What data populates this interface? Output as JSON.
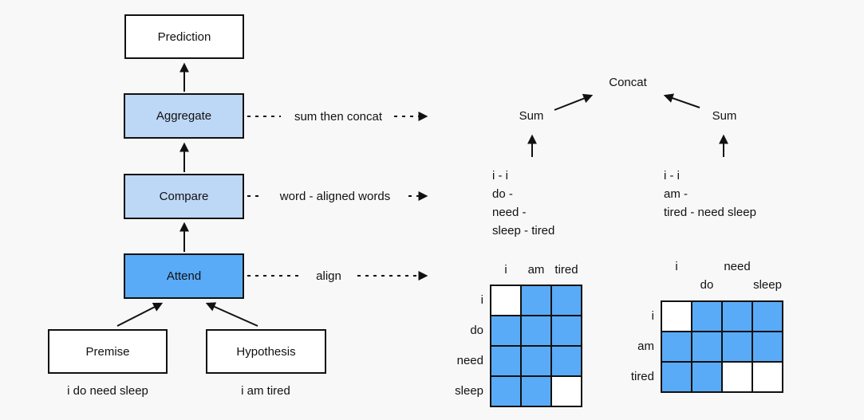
{
  "palette": {
    "background": "#f8f8f8",
    "box_white": "#ffffff",
    "box_light_blue": "#bdd7f6",
    "box_blue": "#5aabf7",
    "line": "#111111",
    "cell_aligned": "#5aabf7",
    "cell_unaligned": "#ffffff"
  },
  "flowchart": {
    "prediction_label": "Prediction",
    "aggregate_label": "Aggregate",
    "compare_label": "Compare",
    "attend_label": "Attend",
    "premise_label": "Premise",
    "hypothesis_label": "Hypothesis",
    "premise_sentence": "i do need sleep",
    "hypothesis_sentence": "i am tired"
  },
  "annotations": {
    "aggregate_step": "sum then concat",
    "compare_step": "word - aligned words",
    "attend_step": "align"
  },
  "tree": {
    "concat_label": "Concat",
    "sum_left_label": "Sum",
    "sum_right_label": "Sum",
    "left_pairs": [
      "i - i",
      "do -",
      "need -",
      "sleep - tired"
    ],
    "right_pairs": [
      "i - i",
      "am -",
      "tired - need sleep"
    ]
  },
  "matrices": {
    "premise_rows": {
      "col_labels": [
        "i",
        "am",
        "tired"
      ],
      "row_labels": [
        "i",
        "do",
        "need",
        "sleep"
      ],
      "cells": [
        [
          0,
          1,
          1
        ],
        [
          1,
          1,
          1
        ],
        [
          1,
          1,
          1
        ],
        [
          1,
          1,
          0
        ]
      ]
    },
    "hypothesis_rows": {
      "col_labels_upper": [
        "i",
        "need"
      ],
      "col_labels_lower": [
        "do",
        "sleep"
      ],
      "row_labels": [
        "i",
        "am",
        "tired"
      ],
      "cells": [
        [
          0,
          1,
          1,
          1
        ],
        [
          1,
          1,
          1,
          1
        ],
        [
          1,
          1,
          0,
          0
        ]
      ]
    }
  }
}
